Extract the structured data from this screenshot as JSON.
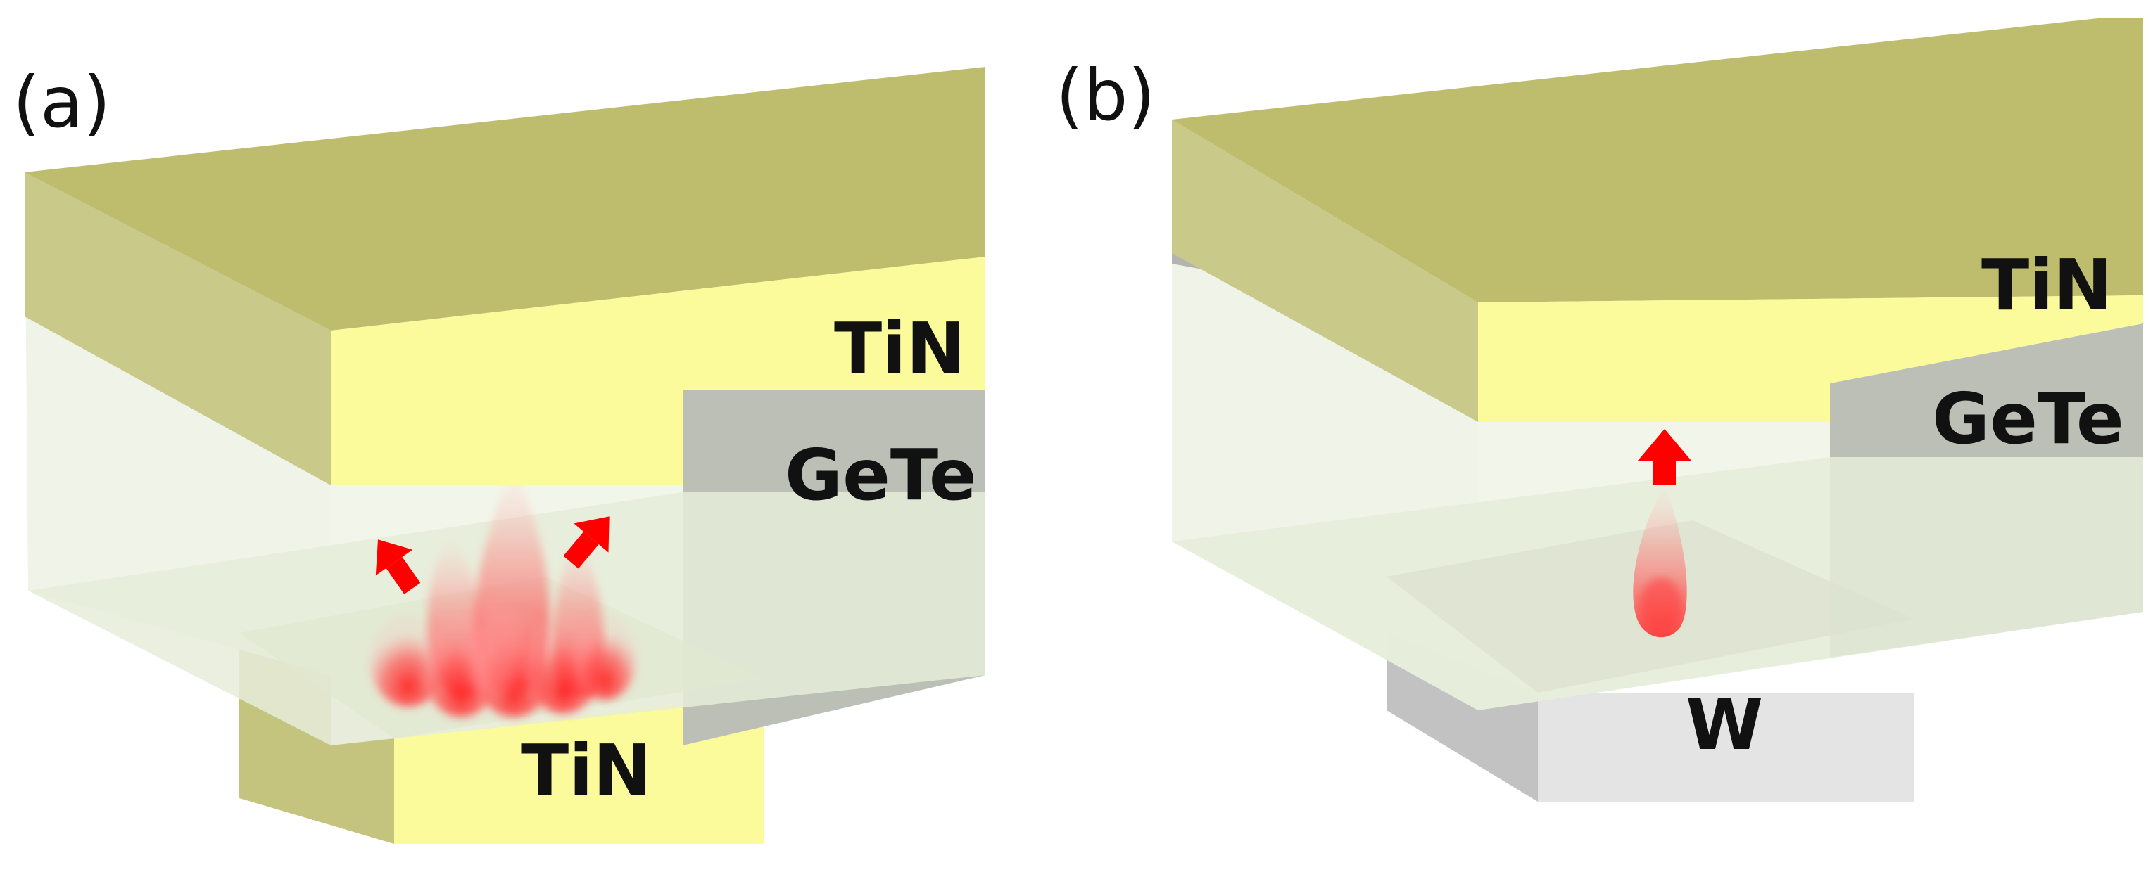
{
  "panel_a": {
    "label": "(a)",
    "top_electrode": "TiN",
    "phase_change_layer": "GeTe",
    "bottom_electrode": "TiN"
  },
  "panel_b": {
    "label": "(b)",
    "top_electrode": "TiN",
    "phase_change_layer": "GeTe",
    "bottom_electrode": "W"
  },
  "colors": {
    "tin_front": "#fbfb9c",
    "tin_top": "#bdbd6d",
    "tin_side": "#c9c98a",
    "gete_gray": "#bcbfb6",
    "gete_translucent": "#e6ecd9",
    "tungsten_front": "#e4e4e4",
    "tungsten_side": "#c2c2c2",
    "heat": "#ff2a2a",
    "arrow": "#ff0000"
  }
}
